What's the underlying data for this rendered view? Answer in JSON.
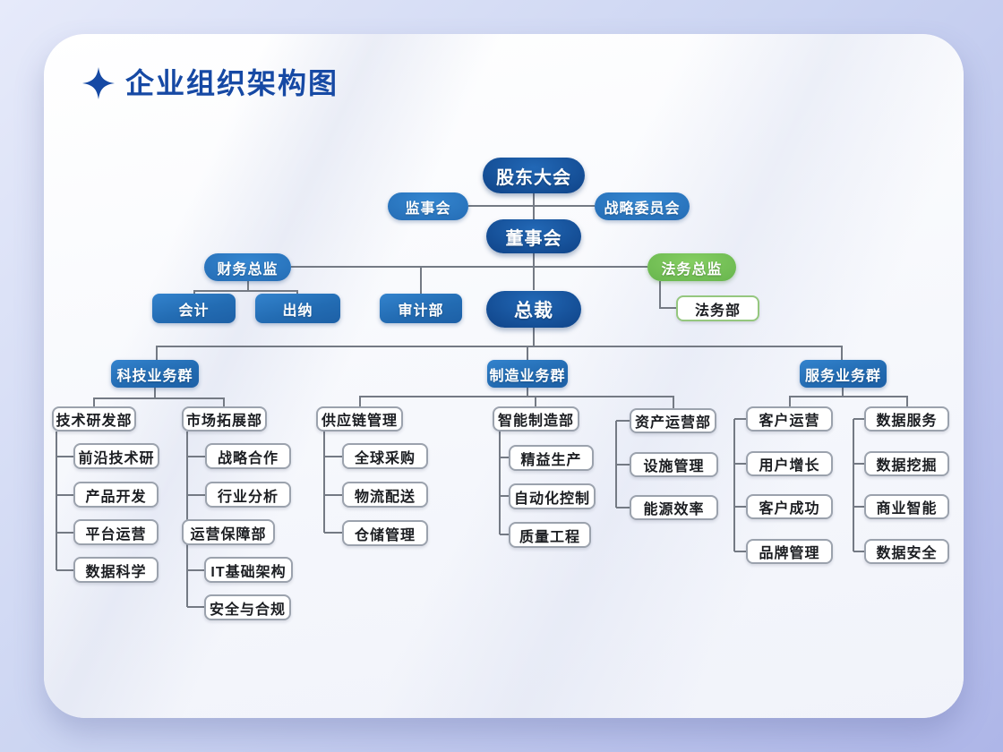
{
  "page": {
    "title": "企业组织架构图"
  },
  "theme": {
    "title-color": "#1649a4",
    "line-color": "#747a84",
    "panel-bg": "#f8f9fd",
    "navy-node": "#0d3f80",
    "blue-node": "#2572bd",
    "green-node": "#5fae47"
  },
  "org": {
    "shareholders_meeting": "股东大会",
    "supervisory_board": "监事会",
    "strategy_committee": "战略委员会",
    "board_of_directors": "董事会",
    "finance_director": "财务总监",
    "accounting": "会计",
    "cashier": "出纳",
    "audit_dept": "审计部",
    "president": "总裁",
    "legal_director": "法务总监",
    "legal_dept": "法务部",
    "tech_group": "科技业务群",
    "tech_rnd_dept": "技术研发部",
    "frontier_tech": "前沿技术研",
    "product_dev": "产品开发",
    "platform_ops": "平台运营",
    "data_science": "数据科学",
    "market_dept": "市场拓展部",
    "strategic_coop": "战略合作",
    "industry_analysis": "行业分析",
    "ops_support_dept": "运营保障部",
    "it_infrastructure": "IT基础架构",
    "security_compliance": "安全与合规",
    "mfg_group": "制造业务群",
    "supply_chain": "供应链管理",
    "global_procurement": "全球采购",
    "logistics": "物流配送",
    "warehouse": "仓储管理",
    "smart_mfg_dept": "智能制造部",
    "lean_production": "精益生产",
    "automation_control": "自动化控制",
    "quality_engineering": "质量工程",
    "asset_ops_dept": "资产运营部",
    "facility_mgmt": "设施管理",
    "energy_efficiency": "能源效率",
    "service_group": "服务业务群",
    "customer_ops": "客户运营",
    "user_growth": "用户增长",
    "customer_success": "客户成功",
    "brand_mgmt": "品牌管理",
    "data_services": "数据服务",
    "data_mining": "数据挖掘",
    "business_intelligence": "商业智能",
    "data_security": "数据安全"
  }
}
